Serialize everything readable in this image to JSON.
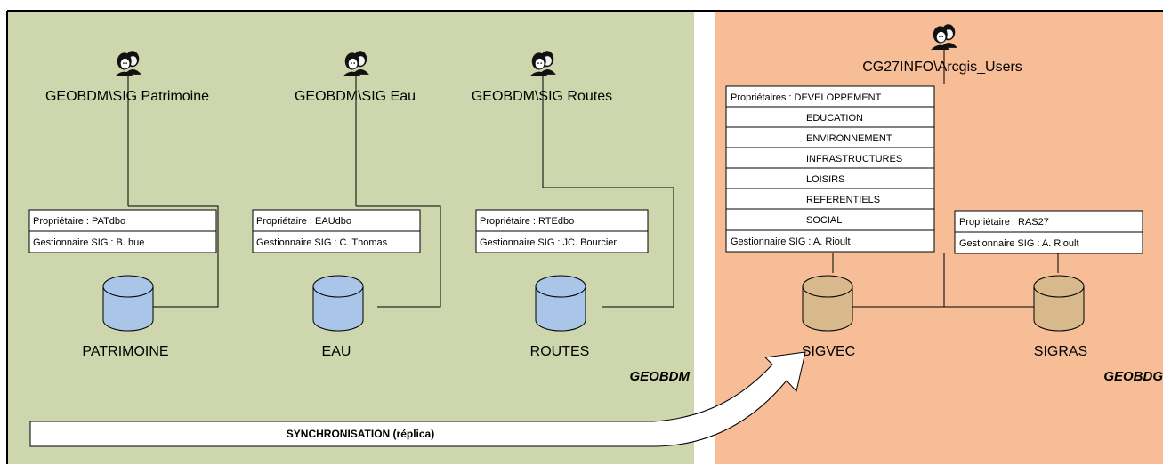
{
  "colors": {
    "left_panel": "#cdd6ac",
    "right_panel": "#f7bd97",
    "db_left": "#a9c6e9",
    "db_right": "#d7b98b",
    "line": "#000000"
  },
  "left_panel_label": "GEOBDM",
  "right_panel_label": "GEOBDG",
  "user_groups": [
    {
      "id": "patrimoine",
      "label": "GEOBDM\\SIG Patrimoine",
      "icon": "user-group-icon"
    },
    {
      "id": "eau",
      "label": "GEOBDM\\SIG Eau",
      "icon": "user-group-icon"
    },
    {
      "id": "routes",
      "label": "GEOBDM\\SIG Routes",
      "icon": "user-group-icon"
    },
    {
      "id": "arcgis",
      "label": "CG27INFO\\Arcgis_Users",
      "icon": "user-group-icon"
    }
  ],
  "info_boxes": {
    "patrimoine": [
      "Propriétaire : PATdbo",
      "Gestionnaire SIG : B. hue"
    ],
    "eau": [
      "Propriétaire : EAUdbo",
      "Gestionnaire SIG : C. Thomas"
    ],
    "routes": [
      "Propriétaire : RTEdbo",
      "Gestionnaire SIG : JC. Bourcier"
    ],
    "sigvec": [
      "Propriétaires : DEVELOPPEMENT",
      "EDUCATION",
      "ENVIRONNEMENT",
      "INFRASTRUCTURES",
      "LOISIRS",
      "REFERENTIELS",
      "SOCIAL",
      "Gestionnaire SIG : A. Rioult"
    ],
    "sigras": [
      "Propriétaire : RAS27",
      "Gestionnaire SIG : A. Rioult"
    ]
  },
  "databases": {
    "patrimoine": "PATRIMOINE",
    "eau": "EAU",
    "routes": "ROUTES",
    "sigvec": "SIGVEC",
    "sigras": "SIGRAS"
  },
  "sync_label": "SYNCHRONISATION (réplica)"
}
